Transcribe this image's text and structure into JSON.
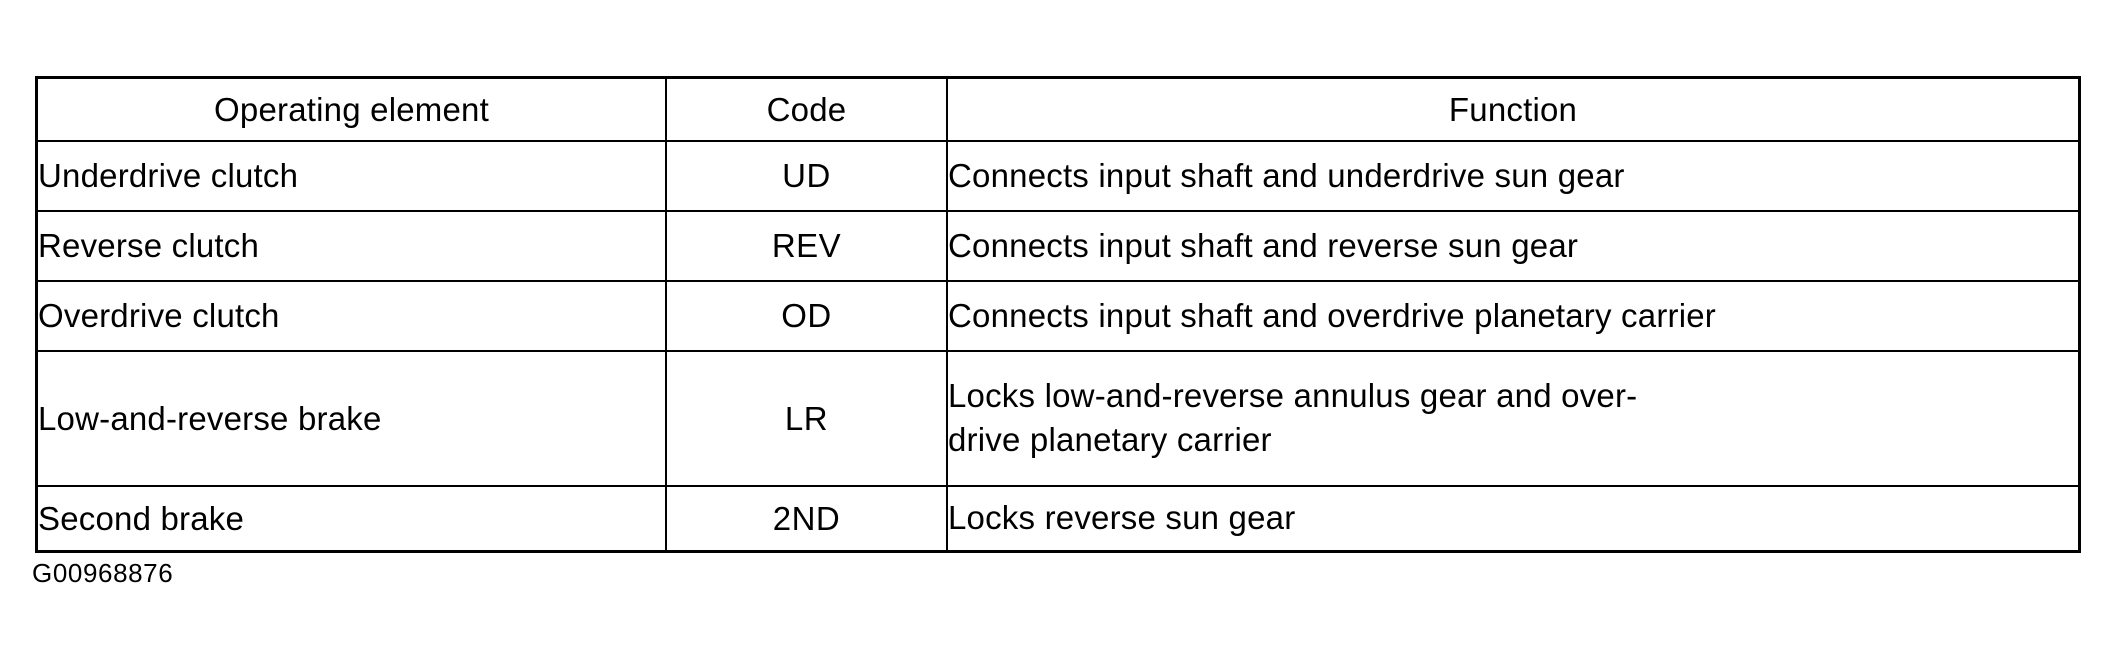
{
  "document": {
    "caption": "G00968876"
  },
  "table": {
    "headers": {
      "element": "Operating element",
      "code": "Code",
      "function": "Function"
    },
    "rows": [
      {
        "element": "Underdrive clutch",
        "code": "UD",
        "function_line1": "Connects input shaft and underdrive sun gear",
        "function_line2": ""
      },
      {
        "element": "Reverse clutch",
        "code": "REV",
        "function_line1": "Connects input shaft and reverse sun gear",
        "function_line2": ""
      },
      {
        "element": "Overdrive clutch",
        "code": "OD",
        "function_line1": "Connects input shaft and overdrive planetary carrier",
        "function_line2": ""
      },
      {
        "element": "Low-and-reverse brake",
        "code": "LR",
        "function_line1": "Locks low-and-reverse annulus gear and over-",
        "function_line2": "drive planetary carrier"
      },
      {
        "element": "Second brake",
        "code": "2ND",
        "function_line1": "Locks reverse sun gear",
        "function_line2": ""
      }
    ]
  },
  "colors": {
    "ink": "#000000",
    "paper": "#ffffff"
  }
}
